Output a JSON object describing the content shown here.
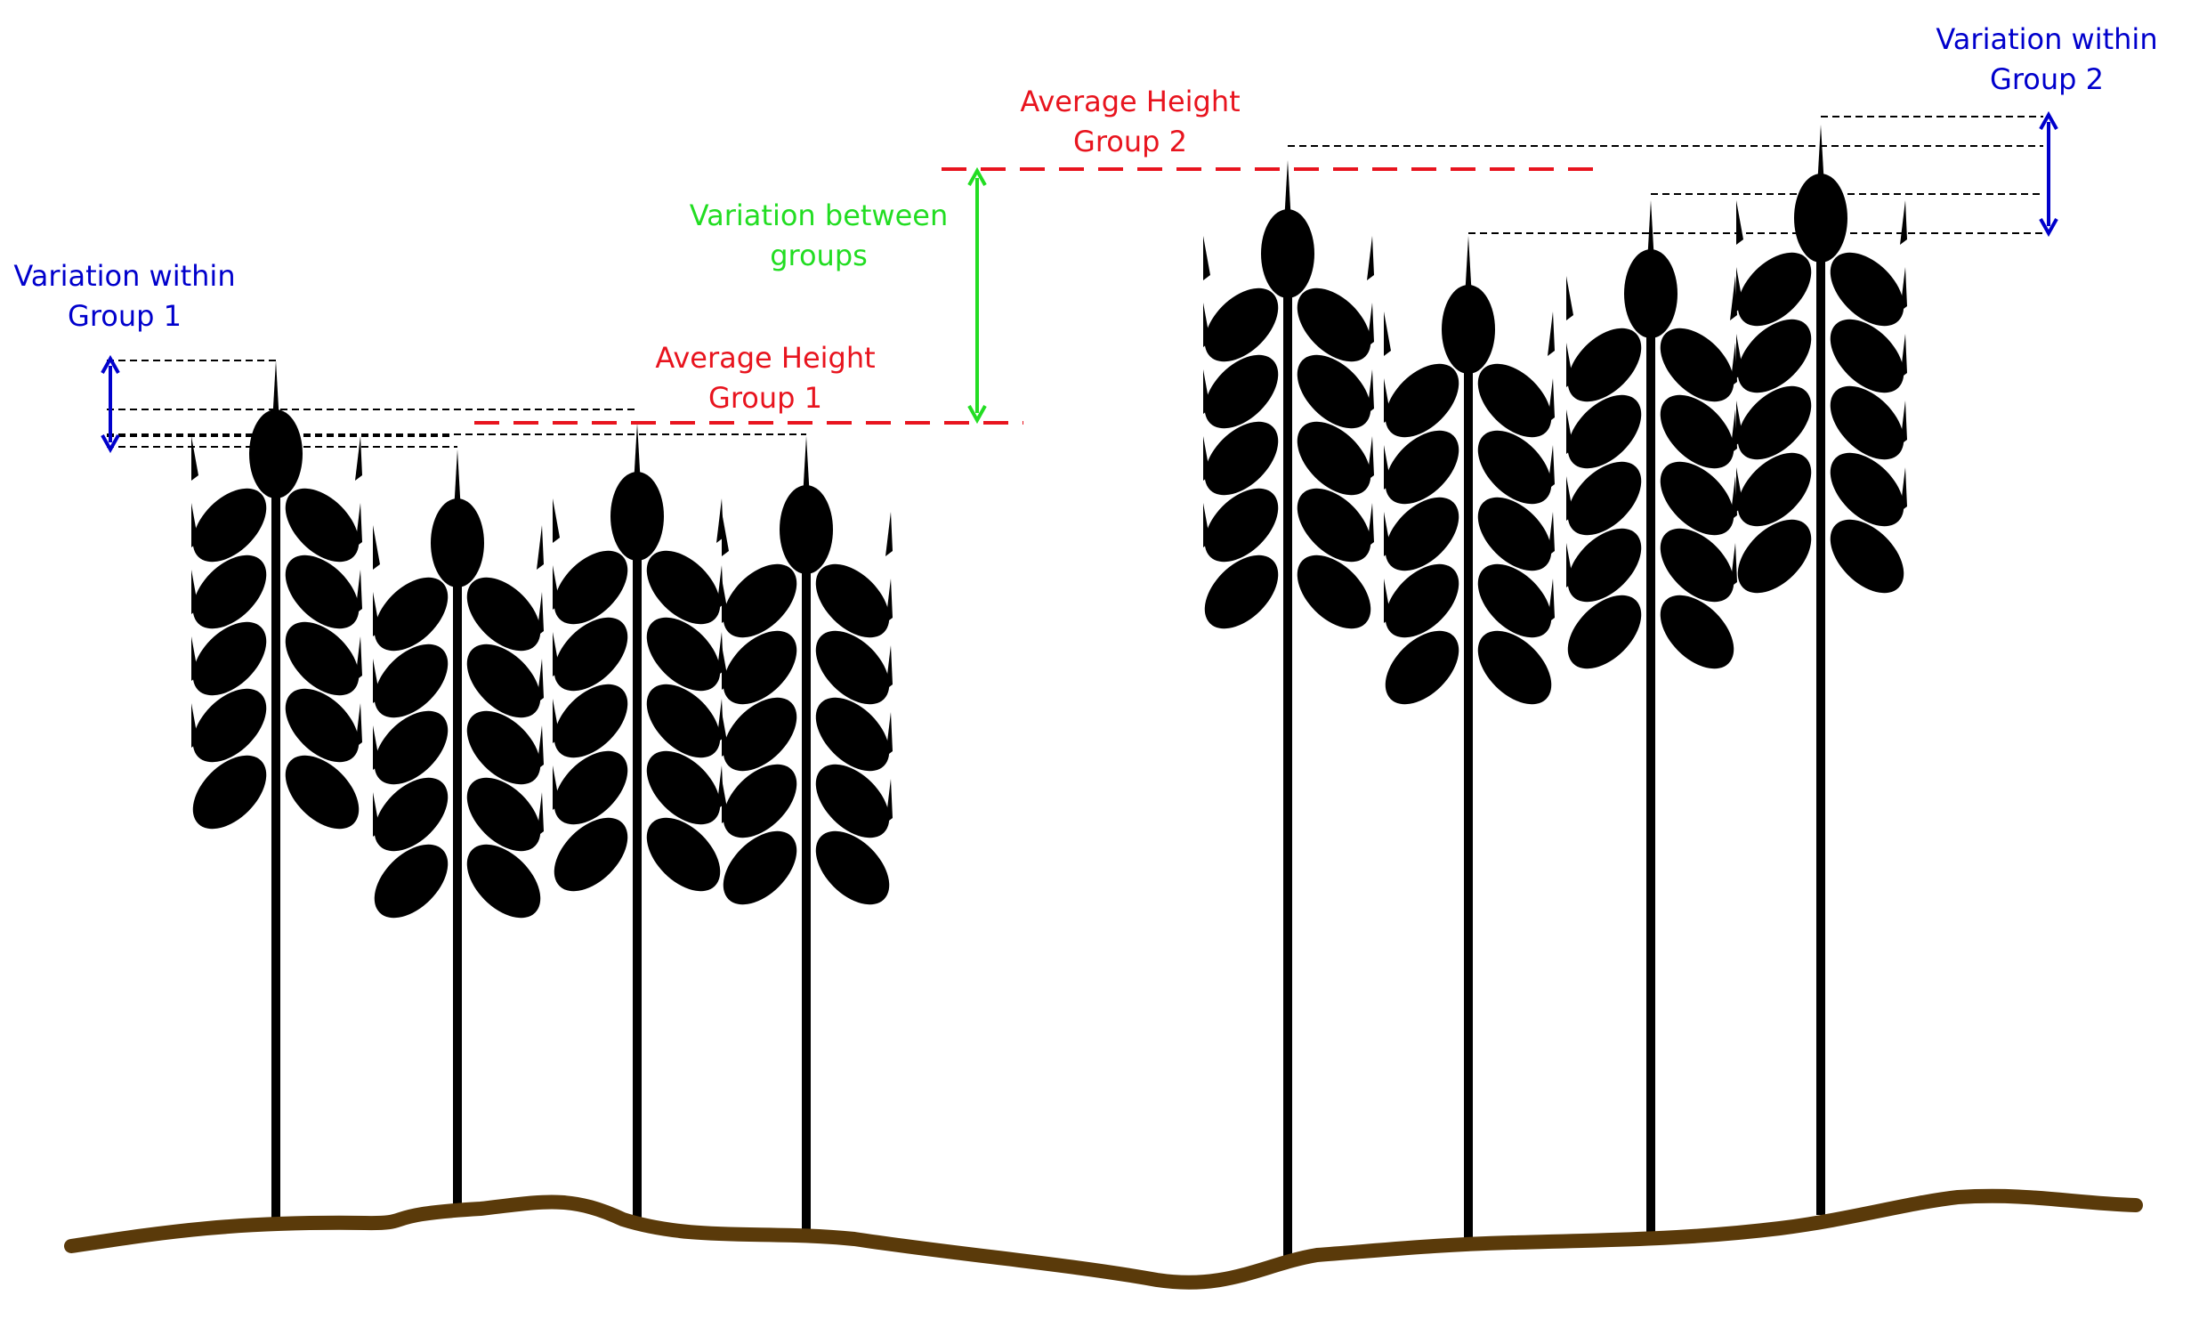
{
  "colors": {
    "plant": "#000000",
    "soil": "#5a3a0a",
    "within_group": "#0000cc",
    "average": "#e8141e",
    "between_groups": "#22dd22",
    "guide": "#000000"
  },
  "labels": {
    "within_group_1": [
      "Variation within",
      "Group 1"
    ],
    "average_group_1": [
      "Average Height",
      "Group 1"
    ],
    "between_groups": [
      "Variation between",
      "groups"
    ],
    "average_group_2": [
      "Average Height",
      "Group 2"
    ],
    "within_group_2": [
      "Variation within",
      "Group 2"
    ]
  },
  "icons": {
    "plant": "wheat-stalk-icon",
    "soil": "ground-line"
  },
  "plants": {
    "group_1_count": 4,
    "group_2_count": 4
  }
}
